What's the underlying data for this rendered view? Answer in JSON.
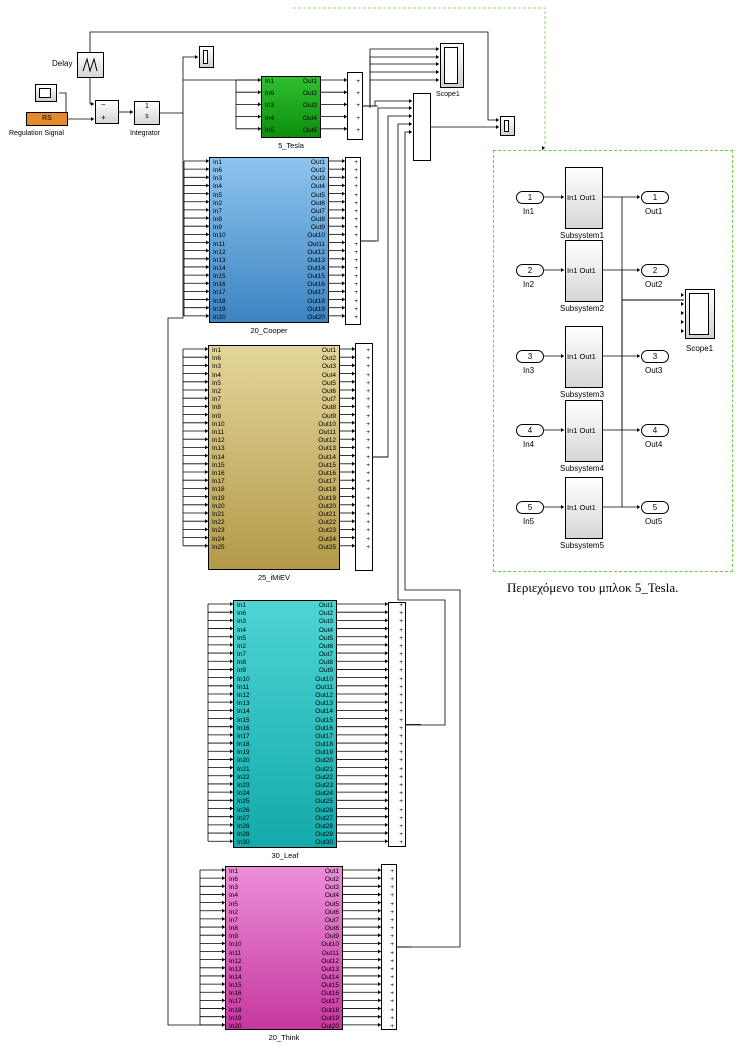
{
  "main": {
    "delay_label": "Delay",
    "regulation_block": "RS",
    "regulation_label": "Regulation Signal",
    "integrator_symbol": "1\ns",
    "integrator_label": "Integrator",
    "scope_label": "Scope1",
    "sum_minus": "−",
    "sum_plus": "+"
  },
  "blocks": [
    {
      "id": "tesla",
      "label": "5_Tesla",
      "color": "#2fbf2f",
      "inputs": [
        "In1",
        "In6",
        "In3",
        "In4",
        "In5"
      ],
      "outputs": [
        "Out1",
        "Out2",
        "Out3",
        "Out4",
        "Out5"
      ]
    },
    {
      "id": "cooper",
      "label": "20_Cooper",
      "color": "#8fc4ee",
      "inputs": [
        "In1",
        "In6",
        "In3",
        "In4",
        "In5",
        "In2",
        "In7",
        "In8",
        "In9",
        "In10",
        "In11",
        "In12",
        "In13",
        "In14",
        "In15",
        "In16",
        "In17",
        "In18",
        "In19",
        "In20"
      ],
      "outputs": [
        "Out1",
        "Out2",
        "Out3",
        "Out4",
        "Out5",
        "Out6",
        "Out7",
        "Out8",
        "Out9",
        "Out10",
        "Out11",
        "Out12",
        "Out13",
        "Out14",
        "Out15",
        "Out16",
        "Out17",
        "Out18",
        "Out19",
        "Out20"
      ]
    },
    {
      "id": "imiev",
      "label": "25_iMiEV",
      "color": "#e3d59a",
      "inputs": [
        "In1",
        "In6",
        "In3",
        "In4",
        "In5",
        "In2",
        "In7",
        "In8",
        "In9",
        "In10",
        "In11",
        "In12",
        "In13",
        "In14",
        "In15",
        "In16",
        "In17",
        "In18",
        "In19",
        "In20",
        "In21",
        "In22",
        "In23",
        "In24",
        "In25"
      ],
      "outputs": [
        "Out1",
        "Out2",
        "Out3",
        "Out4",
        "Out5",
        "Out6",
        "Out7",
        "Out8",
        "Out9",
        "Out10",
        "Out11",
        "Out12",
        "Out13",
        "Out14",
        "Out15",
        "Out16",
        "Out17",
        "Out18",
        "Out19",
        "Out20",
        "Out21",
        "Out22",
        "Out23",
        "Out24",
        "Out25"
      ]
    },
    {
      "id": "leaf",
      "label": "30_Leaf",
      "color": "#4fd4d4",
      "inputs": [
        "In1",
        "In6",
        "In3",
        "In4",
        "In5",
        "In2",
        "In7",
        "In8",
        "In9",
        "In10",
        "In11",
        "In12",
        "In13",
        "In14",
        "In15",
        "In16",
        "In17",
        "In18",
        "In19",
        "In20",
        "In21",
        "In22",
        "In23",
        "In24",
        "In25",
        "In26",
        "In27",
        "In28",
        "In29",
        "In30"
      ],
      "outputs": [
        "Out1",
        "Out2",
        "Out3",
        "Out4",
        "Out5",
        "Out6",
        "Out7",
        "Out8",
        "Out9",
        "Out10",
        "Out11",
        "Out12",
        "Out13",
        "Out14",
        "Out15",
        "Out16",
        "Out17",
        "Out18",
        "Out19",
        "Out20",
        "Out21",
        "Out22",
        "Out23",
        "Out24",
        "Out25",
        "Out26",
        "Out27",
        "Out28",
        "Out29",
        "Out30"
      ]
    },
    {
      "id": "think",
      "label": "20_Think",
      "color": "#ec8ed8",
      "inputs": [
        "In1",
        "In6",
        "In3",
        "In4",
        "In5",
        "In2",
        "In7",
        "In8",
        "In9",
        "In10",
        "In11",
        "In12",
        "In13",
        "In14",
        "In15",
        "In16",
        "In17",
        "In18",
        "In19",
        "In20"
      ],
      "outputs": [
        "Out1",
        "Out2",
        "Out3",
        "Out4",
        "Out5",
        "Out6",
        "Out7",
        "Out8",
        "Out9",
        "Out10",
        "Out11",
        "Out12",
        "Out13",
        "Out14",
        "Out15",
        "Out16",
        "Out17",
        "Out18",
        "Out19",
        "Out20"
      ]
    }
  ],
  "inset": {
    "caption": "Περιεχόμενο του μπλοκ 5_Tesla.",
    "scope_label": "Scope1",
    "subsystem_ports": "In1 Out1",
    "rows": [
      {
        "in_num": "1",
        "in_label": "In1",
        "sub_label": "Subsystem1",
        "out_num": "1",
        "out_label": "Out1"
      },
      {
        "in_num": "2",
        "in_label": "In2",
        "sub_label": "Subsystem2",
        "out_num": "2",
        "out_label": "Out2"
      },
      {
        "in_num": "3",
        "in_label": "In3",
        "sub_label": "Subsystem3",
        "out_num": "3",
        "out_label": "Out3"
      },
      {
        "in_num": "4",
        "in_label": "In4",
        "sub_label": "Subsystem4",
        "out_num": "4",
        "out_label": "Out4"
      },
      {
        "in_num": "5",
        "in_label": "In5",
        "sub_label": "Subsystem5",
        "out_num": "5",
        "out_label": "Out5"
      }
    ]
  },
  "colors": {
    "accent_green": "#6ccc4c",
    "regulation_orange": "#e48a2c"
  }
}
